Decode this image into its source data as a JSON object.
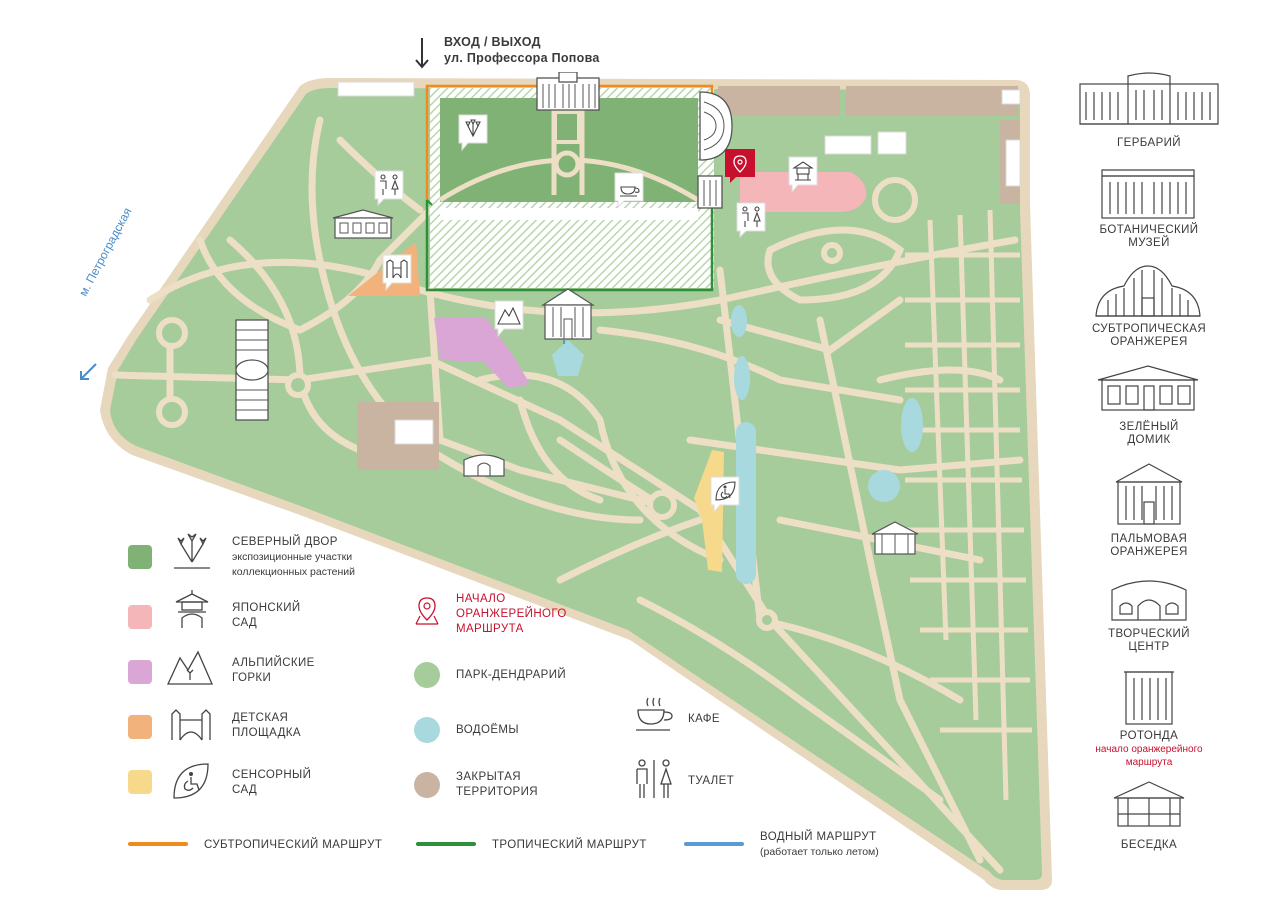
{
  "entrance": {
    "title": "ВХОД / ВЫХОД",
    "street": "ул. Профессора Попова"
  },
  "metro": "м. Петроградская",
  "colors": {
    "north_yard": "#7fb274",
    "japanese": "#f4b6b8",
    "alpine": "#d9a6d6",
    "playground": "#f2b27c",
    "sensory": "#f6d98a",
    "park": "#a8cc9e",
    "water": "#a8d9df",
    "closed": "#c9b4a2",
    "path": "#e9dcc6",
    "subtropic_route": "#f08a1f",
    "tropic_route": "#2f8f3a",
    "water_route": "#5b9bd5",
    "accent_red": "#c8102e"
  },
  "legend": {
    "zones": [
      {
        "key": "north_yard",
        "title": "СЕВЕРНЫЙ ДВОР",
        "sub": "экспозиционные участки коллекционных растений",
        "icon": "tulips-icon"
      },
      {
        "key": "japanese",
        "title": "ЯПОНСКИЙ САД",
        "icon": "japanese-lantern-icon"
      },
      {
        "key": "alpine",
        "title": "АЛЬПИЙСКИЕ ГОРКИ",
        "icon": "alpine-hills-icon"
      },
      {
        "key": "playground",
        "title": "ДЕТСКАЯ ПЛОЩАДКА",
        "icon": "playground-icon"
      },
      {
        "key": "sensory",
        "title": "СЕНСОРНЫЙ САД",
        "icon": "accessible-leaf-icon"
      }
    ],
    "start": {
      "line1": "НАЧАЛО",
      "line2": "ОРАНЖЕРЕЙНОГО",
      "line3": "МАРШРУТА",
      "icon": "location-pin-icon"
    },
    "areas": [
      {
        "key": "park",
        "title": "ПАРК-ДЕНДРАРИЙ"
      },
      {
        "key": "water",
        "title": "ВОДОЁМЫ"
      },
      {
        "key": "closed",
        "title": "ЗАКРЫТАЯ ТЕРРИТОРИЯ"
      }
    ],
    "facilities": [
      {
        "title": "КАФЕ",
        "icon": "coffee-cup-icon"
      },
      {
        "title": "ТУАЛЕТ",
        "icon": "restroom-icon"
      }
    ],
    "routes": [
      {
        "key": "subtropic_route",
        "title": "СУБТРОПИЧЕСКИЙ МАРШРУТ"
      },
      {
        "key": "tropic_route",
        "title": "ТРОПИЧЕСКИЙ МАРШРУТ"
      },
      {
        "key": "water_route",
        "title": "ВОДНЫЙ МАРШРУТ",
        "sub": "(работает только летом)"
      }
    ]
  },
  "buildings": [
    {
      "name": "ГЕРБАРИЙ",
      "icon": "herbarium-building-icon"
    },
    {
      "name": "БОТАНИЧЕСКИЙ МУЗЕЙ",
      "line1": "БОТАНИЧЕСКИЙ",
      "line2": "МУЗЕЙ",
      "icon": "museum-building-icon"
    },
    {
      "name": "СУБТРОПИЧЕСКАЯ ОРАНЖЕРЕЯ",
      "line1": "СУБТРОПИЧЕСКАЯ",
      "line2": "ОРАНЖЕРЕЯ",
      "icon": "subtropical-greenhouse-icon"
    },
    {
      "name": "ЗЕЛЁНЫЙ ДОМИК",
      "line1": "ЗЕЛЁНЫЙ",
      "line2": "ДОМИК",
      "icon": "green-house-icon"
    },
    {
      "name": "ПАЛЬМОВАЯ ОРАНЖЕРЕЯ",
      "line1": "ПАЛЬМОВАЯ",
      "line2": "ОРАНЖЕРЕЯ",
      "icon": "palm-greenhouse-icon"
    },
    {
      "name": "ТВОРЧЕСКИЙ ЦЕНТР",
      "line1": "ТВОРЧЕСКИЙ",
      "line2": "ЦЕНТР",
      "icon": "creative-center-icon"
    },
    {
      "name": "РОТОНДА",
      "note_line1": "начало оранжерейного",
      "note_line2": "маршрута",
      "icon": "rotunda-icon"
    },
    {
      "name": "БЕСЕДКА",
      "icon": "gazebo-icon"
    }
  ]
}
